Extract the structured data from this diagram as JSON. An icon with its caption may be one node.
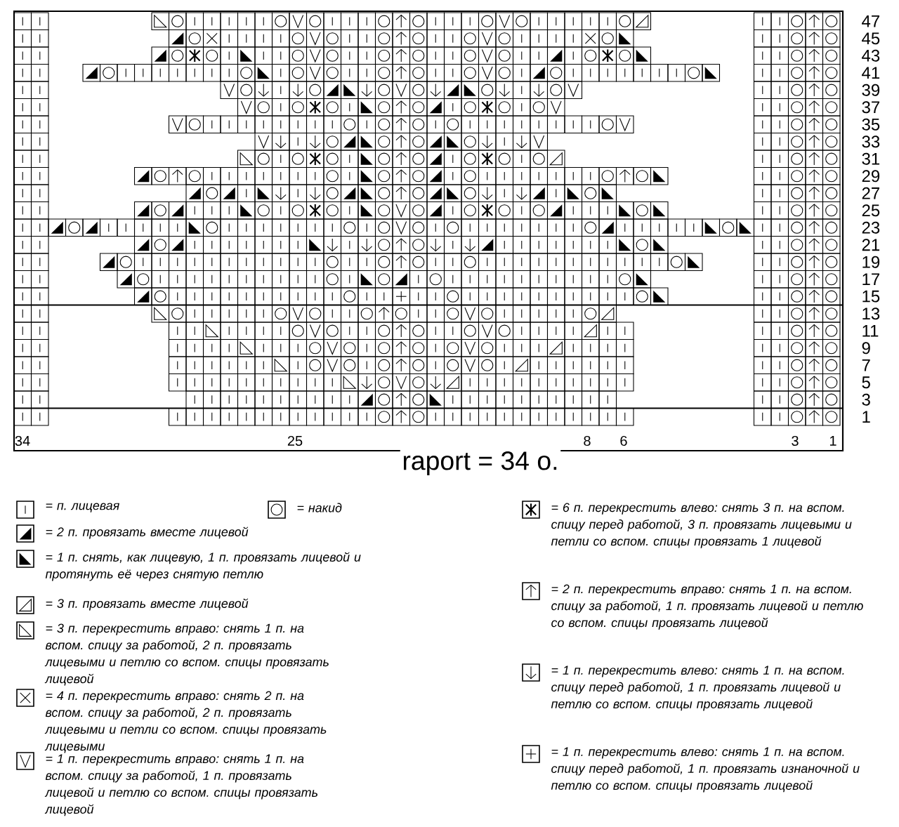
{
  "diagram": {
    "labels": [
      "47",
      "45",
      "43",
      "41",
      "39",
      "37",
      "35",
      "33",
      "31",
      "29",
      "27",
      "25",
      "23",
      "21",
      "19",
      "17",
      "15",
      "13",
      "11",
      "9",
      "7",
      "5",
      "3",
      "1",
      "34",
      "25",
      "8",
      "6",
      "3",
      "1",
      "raport = 34 о."
    ],
    "legend": [
      {
        "text": "= п. лицевая"
      },
      {
        "text": "= накид"
      },
      {
        "text": "= 2 п. провязать вместе лицевой"
      },
      {
        "text": "= 1 п. снять, как лицевую, 1 п. провязать лицевой и протянуть её через снятую петлю"
      },
      {
        "text": "= 3 п. провязать вместе лицевой"
      },
      {
        "text": "= 3 п. перекрестить вправо: снять 1 п. на вспом. спицу за работой, 2 п. провязать лицевыми и петлю со вспом. спицы провязать лицевой"
      },
      {
        "text": "= 4 п. перекрестить вправо: снять 2 п. на вспом. спицу за работой, 2 п. провязать лицевыми и петли со вспом. спицы провязать лицевыми"
      },
      {
        "text": "= 1 п. перекрестить вправо: снять 1 п. на вспом. спицу за работой, 1 п. провязать лицевой и петлю со вспом. спицы провязать лицевой"
      },
      {
        "text": "= 6 п. перекрестить влево: снять 3 п. на вспом. спицу перед работой, 3 п. провязать лицевыми и петли со вспом. спицы провязать 1 лицевой"
      },
      {
        "text": "= 2 п. перекрестить вправо: снять 1 п. на вспом. спицу за работой, 1 п. провязать лицевой и петлю со вспом. спицы провязать лицевой"
      },
      {
        "text": "= 1 п. перекрестить влево: снять 1 п. на вспом. спицу перед работой, 1 п. провязать лицевой и петлю со вспом. спицы провязать лицевой"
      },
      {
        "text": "= 1 п. перекрестить влево: снять 1 п. на вспом. спицу перед работой, 1 п. провязать изнаночной и петлю со вспом. спицы провязать лицевой"
      }
    ]
  }
}
